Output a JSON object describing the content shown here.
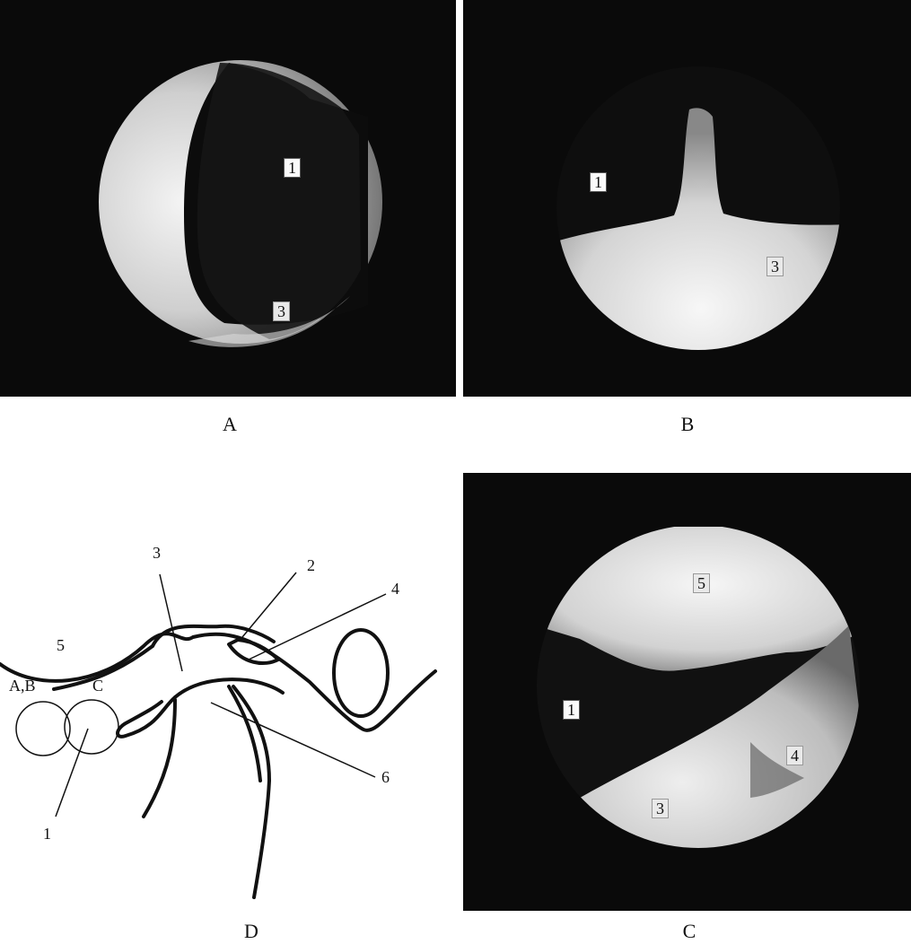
{
  "panels": {
    "A": {
      "caption": "A",
      "labels": {
        "l1": "1",
        "l3": "3"
      }
    },
    "B": {
      "caption": "B",
      "labels": {
        "l1": "1",
        "l3": "3"
      }
    },
    "C": {
      "caption": "C",
      "labels": {
        "l5": "5",
        "l1": "1",
        "l4": "4",
        "l3": "3"
      }
    },
    "D": {
      "caption": "D",
      "labels": {
        "n1": "1",
        "n2": "2",
        "n3": "3",
        "n4": "4",
        "n5": "5",
        "n6": "6",
        "ab": "A,B",
        "c": "C"
      }
    }
  }
}
